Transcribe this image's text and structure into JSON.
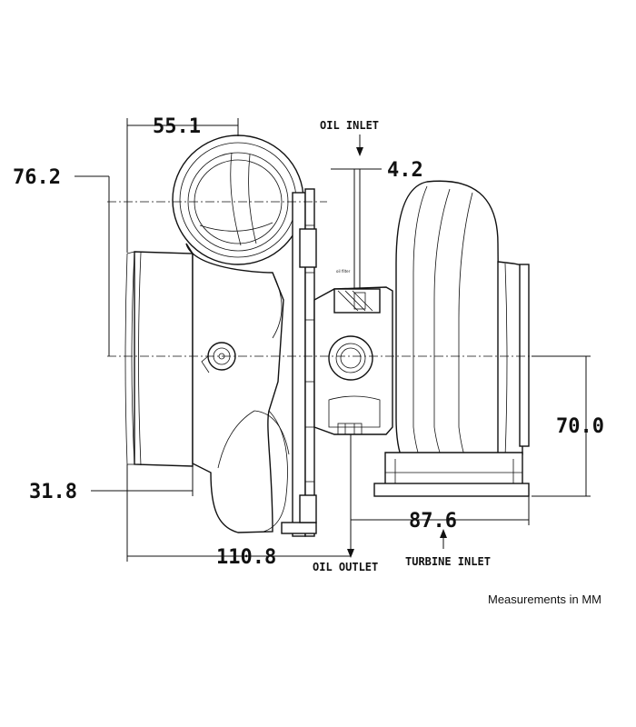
{
  "dimensions": {
    "compressor_width": "55.1",
    "compressor_offset": "76.2",
    "oil_inlet_offset": "4.2",
    "turbine_height": "70.0",
    "inlet_depth": "31.8",
    "turbine_width": "87.6",
    "overall_length": "110.8"
  },
  "callouts": {
    "oil_inlet": "OIL INLET",
    "oil_outlet": "OIL OUTLET",
    "turbine_inlet": "TURBINE INLET",
    "oil_filter_tag": "oil filter"
  },
  "footer": {
    "units_note": "Measurements in MM"
  }
}
